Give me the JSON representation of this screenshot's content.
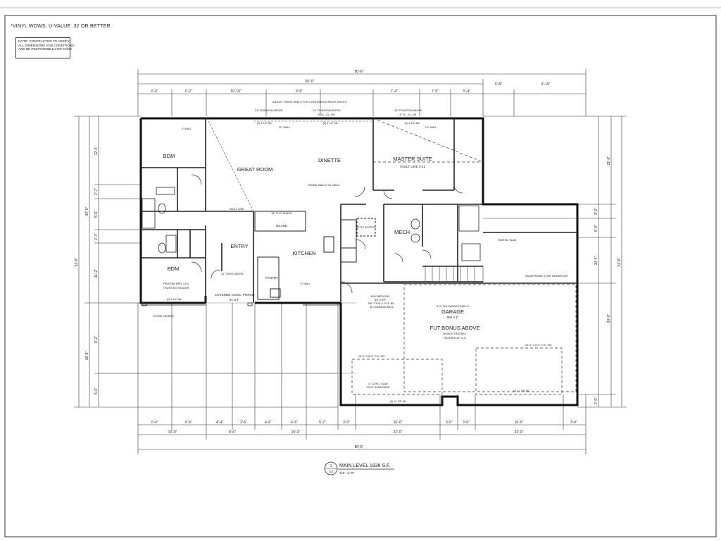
{
  "sheet": {
    "top_note": "*VINYL WDWS, U-VALUE .32 OR BETTER",
    "contractor_note": [
      "NOTE: CONTRACTOR TO VERIFY",
      "ALL DIMENSIONS AND CONDITIONS",
      "AND BE RESPONSIBLE FOR SAME"
    ],
    "title": "MAIN LEVEL 1936 S.F.",
    "scale": "1/4\" =1'-0\"",
    "detail_number": "1",
    "sheet_number": "A3"
  },
  "dimensions": {
    "overall_top": "80'-6\"",
    "overall_bottom": "80'-6\"",
    "sub_top": "65'-0\"",
    "top_row": [
      "6'-6\"",
      "6'-2\"",
      "10'-10\"",
      "9'-8\"",
      "7'-4\"",
      "7'-5\"",
      "5'-4\"",
      "5'-8\"",
      "9'-10\""
    ],
    "bottom_row1": [
      "6'-6\"",
      "6'-6\"",
      "4'-4\"",
      "3'-6\"",
      "4'-6\"",
      "4'-6\"",
      "5'-7\"",
      "3'-0\"",
      "16'-0\"",
      "3'-0\"",
      "3'-0\"",
      "16'-0\"",
      "3'-0\""
    ],
    "bottom_row2": [
      "13'-0\"",
      "8'-6\"",
      "15'-0\"",
      "22'-0\"",
      "22'-0\""
    ],
    "left_outer": "52'-8\"",
    "left_inner": "34'-0\"",
    "left_lower": "18'-8\"",
    "left_row": [
      "12'-4\"",
      "2'-7\"",
      "5'-5\"",
      "2'-4\"",
      "11'-2\"",
      "8'-2\"",
      "5'-6\""
    ],
    "right_outer": "52'-8\"",
    "right_row": [
      "21'-8\"",
      "3'-0\"",
      "5'-0\"",
      "10'-4\"",
      "24'-0\"",
      "2'-0\""
    ]
  },
  "rooms": {
    "bdm_top": "BDM",
    "bdm_bottom": "BDM",
    "great_room": "GREAT ROOM",
    "dinette": "DINETTE",
    "master_suite": "MASTER SUITE",
    "vault_line": "VAULT LINE 3-12",
    "kitchen": "KITCHEN",
    "entry": "ENTRY",
    "mech": "MECH",
    "island": "ISLAND",
    "pantry": "PANTRY",
    "garage": "GARAGE",
    "garage_sf": "850 S.F.",
    "fut_bonus": "FUT BONUS ABOVE",
    "covered_porch": "COVERED CONC. PORCH",
    "porch_sf": "51 S.F."
  },
  "notes": {
    "raised_heel": "ADJUST TRUSS HEELS FOR CONTINUOUS RIDGE HEIGHT",
    "transom_1": "24\" TRANSOM ABOVE",
    "transom_2": "24\" TRANSOM ABOVE",
    "transom_3": "24\" TRANSOM ABOVE",
    "sl_gl_1": "8\" SL. GL. DR.",
    "sl_gl_2": "8\" SL. GL. DR.",
    "window_1": "(2) 4 1/2\" ML.",
    "window_2": "(2) 4 1/2\" ML.",
    "window_3": "(2) 4 1/2\" ML.",
    "window_4": "(2) 4 1/2\" ML.",
    "wall_1": "4\" WALL",
    "wall_2": "10\" WALL",
    "wall_3": "10\" WALL",
    "wall_4": "4\" WALL",
    "vault_line_note": "VAULT LINE",
    "flat_snack": "18\" FLAT SNACK",
    "frame_walls": "FRAME WALLS TO VAULT",
    "stone_veneer": "STONE VENEER",
    "brg_leg": "PROVIDE BRG. LEG",
    "truss_header": "TRUSS-NO HEADER",
    "treg_above": "12\" TREG. ABOVE",
    "fire_door": "HR FIREDOOR",
    "no_step": "NO STEP",
    "gyp_bd": "5/8\" TYPE X GYP. BD.",
    "common_wall": "@ COMMON WALL",
    "garage_walls": "8'-0\" 2x6 GARAGE WALLS",
    "bonus_trusses": "BONUS TRUSSES",
    "trusses_oc": "TRUSSES 24\" O.C.",
    "oh_door_1": "16'-0\" X 8'-0\" O.H. DR.",
    "oh_door_2": "16'-0\" X 8'-0\" O.H. DR.",
    "conc_slab": "4\" CONC. SLAB",
    "sand_base": "ON 6\" SAND BASE",
    "ml_1": "(2) 11 7/8\" ML.",
    "ml_2": "(2) 11 7/8\" ML.",
    "stair_headroom": "HAND/FRAME STAIR HEADROOM",
    "heated_slab": "HEATED SLAB",
    "attic_access": "ATTIC ACCESS"
  }
}
